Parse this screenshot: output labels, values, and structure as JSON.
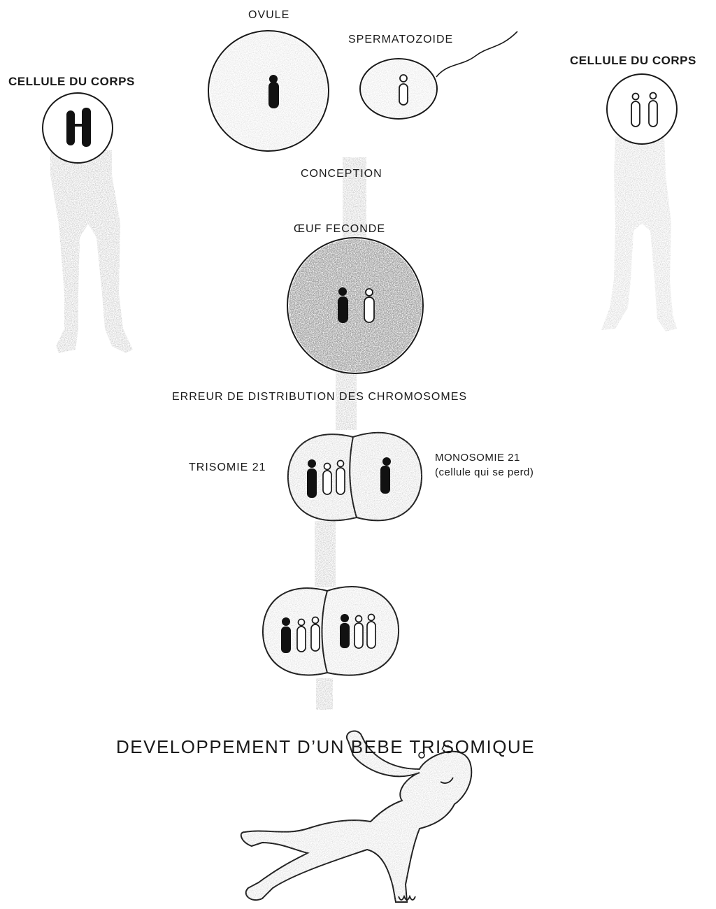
{
  "labels": {
    "body_cell_left": "CELLULE DU CORPS",
    "ovule": "OVULE",
    "spermatozoide": "SPERMATOZOIDE",
    "body_cell_right": "CELLULE DU CORPS",
    "conception": "CONCEPTION",
    "fertilized_egg": "ŒUF FECONDE",
    "distribution_error": "ERREUR DE DISTRIBUTION DES CHROMOSOMES",
    "trisomy": "TRISOMIE 21",
    "monosomy": "MONOSOMIE 21",
    "monosomy_note": "(cellule qui se perd)",
    "development": "DEVELOPPEMENT D’UN BEBE TRISOMIQUE"
  },
  "colors": {
    "ink": "#1a1a1a",
    "stipple": "#8c8c8c",
    "paper": "#ffffff"
  }
}
